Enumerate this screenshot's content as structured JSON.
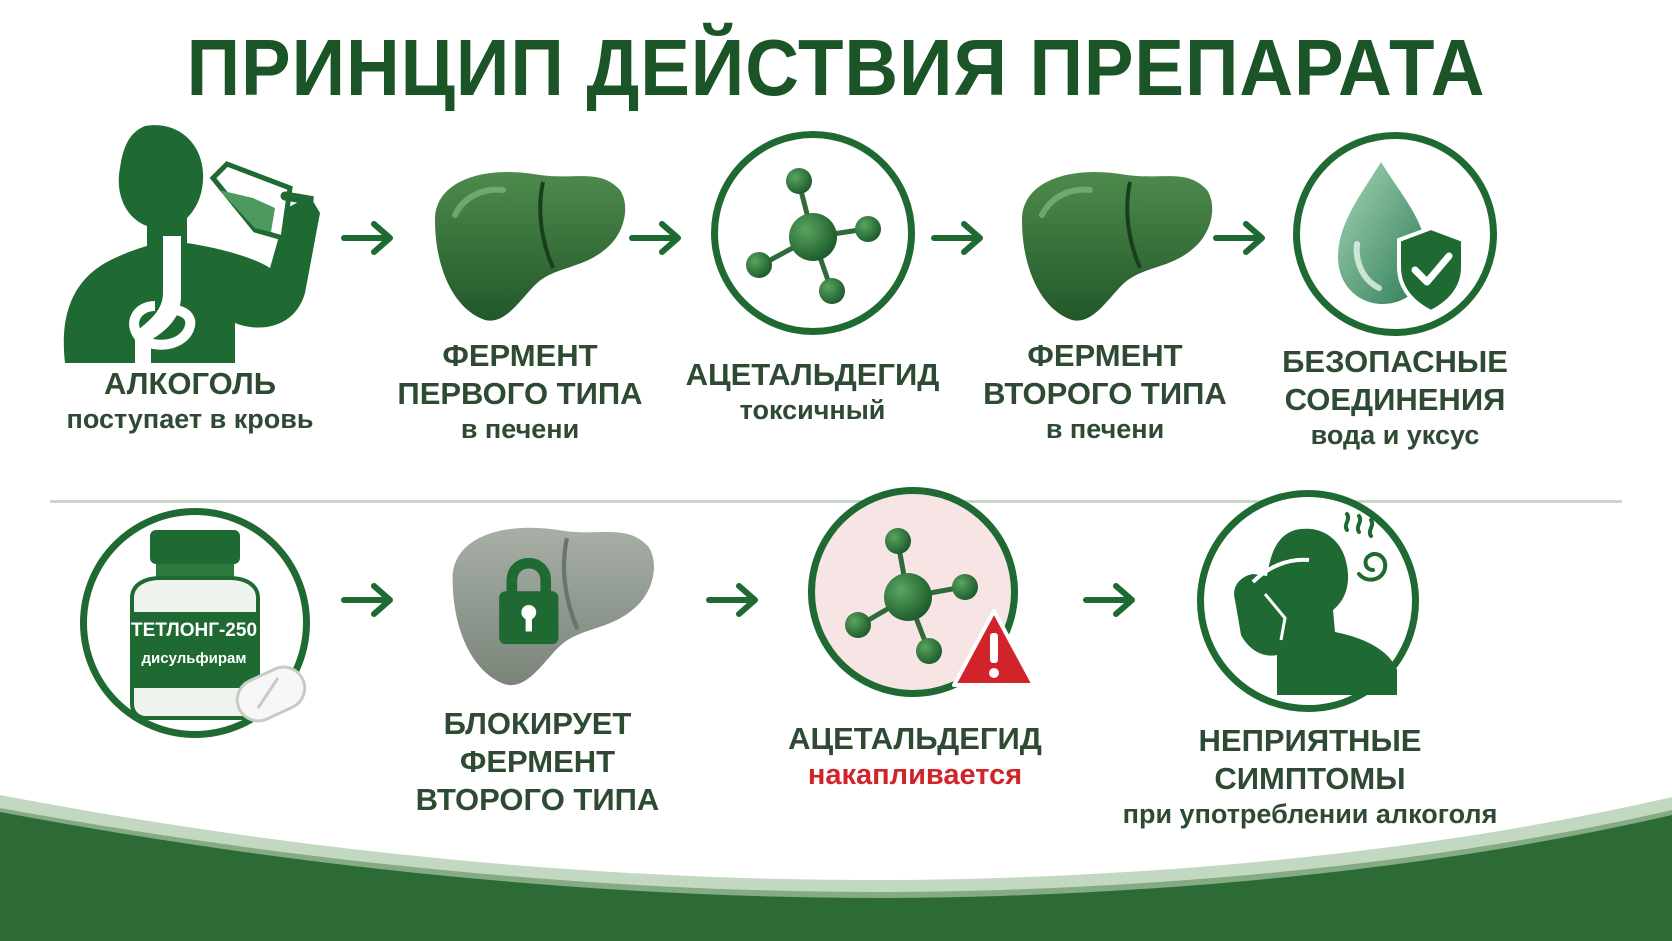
{
  "title": "ПРИНЦИП ДЕЙСТВИЯ ПРЕПАРАТА",
  "top_row": [
    {
      "heading": "АЛКОГОЛЬ",
      "sub": "поступает в кровь",
      "icon": "man-drinking-icon"
    },
    {
      "heading": "ФЕРМЕНТ",
      "heading2": "ПЕРВОГО ТИПА",
      "sub": "в печени",
      "icon": "liver-icon"
    },
    {
      "heading": "АЦЕТАЛЬДЕГИД",
      "sub": "токсичный",
      "icon": "molecule-icon"
    },
    {
      "heading": "ФЕРМЕНТ",
      "heading2": "ВТОРОГО ТИПА",
      "sub": "в печени",
      "icon": "liver-icon"
    },
    {
      "heading": "БЕЗОПАСНЫЕ",
      "heading2": "СОЕДИНЕНИЯ",
      "sub": "вода и уксус",
      "icon": "water-drop-shield-icon"
    }
  ],
  "bottom_row": [
    {
      "bottle_name": "ТЕТЛОНГ-250",
      "bottle_sub": "дисульфирам",
      "icon": "pill-bottle-icon"
    },
    {
      "line1": "БЛОКИРУЕТ",
      "line2": "ФЕРМЕНТ",
      "line3": "ВТОРОГО ТИПА",
      "icon": "locked-liver-icon"
    },
    {
      "heading": "АЦЕТАЛЬДЕГИД",
      "sub": "накапливается",
      "icon": "molecule-warning-icon"
    },
    {
      "heading": "НЕПРИЯТНЫЕ СИМПТОМЫ",
      "sub": "при употреблении алкоголя",
      "icon": "sick-man-icon"
    }
  ],
  "colors": {
    "brand_green": "#1e6a32",
    "light_green": "#5e9a63",
    "warning_red": "#d0242a",
    "gray_liver": "#8f9a8f"
  }
}
